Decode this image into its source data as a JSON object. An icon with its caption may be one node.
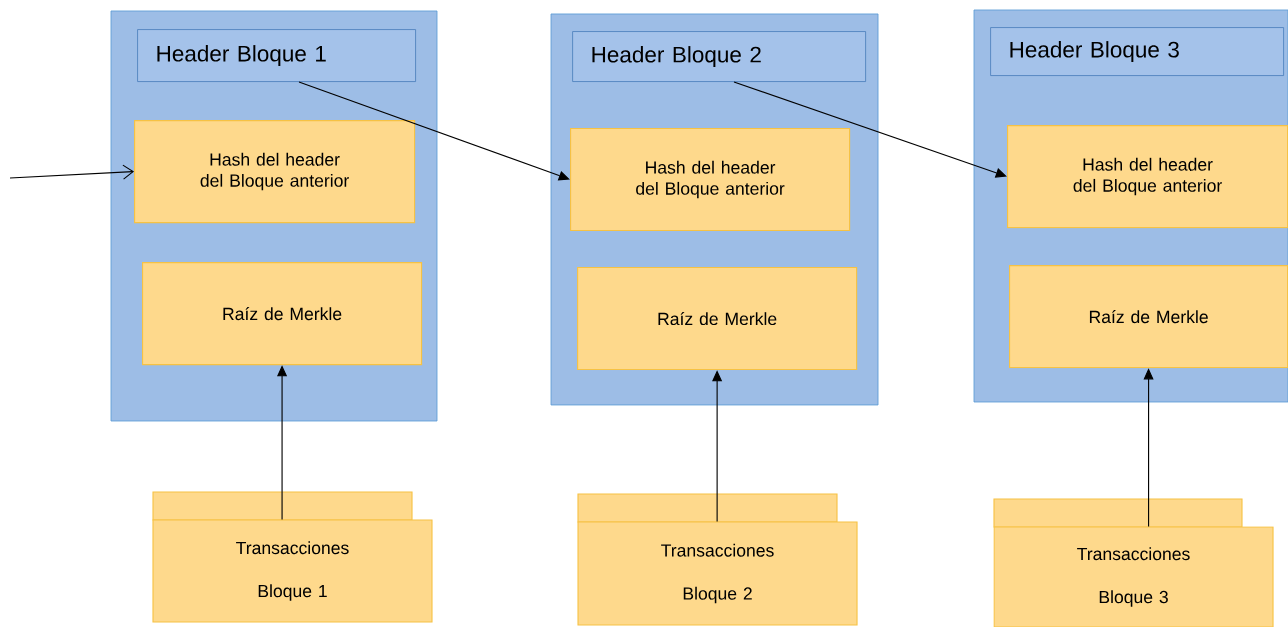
{
  "diagram": {
    "nodes": [
      {
        "text": [],
        "shape": "box"
      },
      {
        "text": [
          "Header Bloque 1"
        ],
        "in": 0
      },
      {
        "text": [
          "Hash del header del Bloque anterior"
        ],
        "in": 0
      },
      {
        "text": [
          "Raíz de Merkle"
        ],
        "in": 0
      },
      {
        "text": [
          "Transacciones",
          "Bloque 1"
        ]
      },
      {
        "text": [],
        "shape": "box"
      },
      {
        "text": [
          "Header Bloque 2"
        ],
        "in": 5
      },
      {
        "text": [
          "Hash del header del Bloque anterior"
        ],
        "in": 5
      },
      {
        "text": [
          "Raíz de Merkle"
        ],
        "in": 5
      },
      {
        "text": [
          "Transacciones",
          "Bloque 2"
        ]
      },
      {
        "text": [],
        "shape": "box"
      },
      {
        "text": [
          "Header Bloque 3"
        ],
        "in": 10
      },
      {
        "text": [
          "Hash del header del Bloque anterior"
        ],
        "in": 10
      },
      {
        "text": [
          "Raíz de Merkle"
        ],
        "in": 10
      },
      {
        "text": [
          "Transacciones",
          "Bloque 3"
        ]
      }
    ],
    "edges": [
      {
        "from": null,
        "to": 2,
        "arrow": "to"
      },
      {
        "from": 1,
        "to": 7,
        "arrow": "to"
      },
      {
        "from": 6,
        "to": 12,
        "arrow": "to"
      },
      {
        "from": 4,
        "to": 3,
        "arrow": "to"
      },
      {
        "from": 9,
        "to": 8,
        "arrow": "to"
      },
      {
        "from": 14,
        "to": 13,
        "arrow": "to"
      }
    ]
  }
}
